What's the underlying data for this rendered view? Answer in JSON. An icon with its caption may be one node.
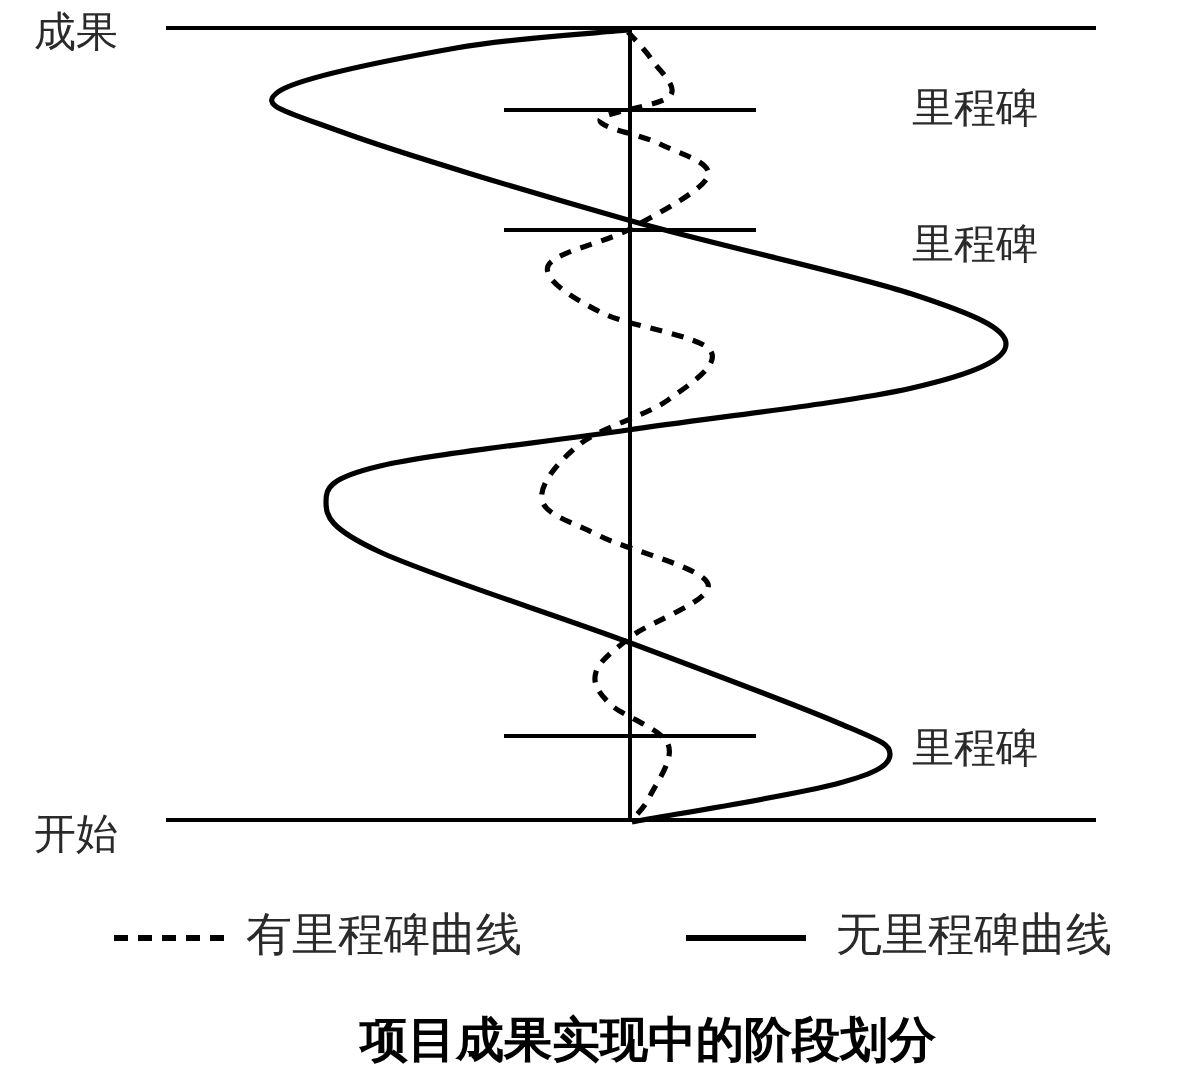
{
  "diagram": {
    "caption": "项目成果实现中的阶段划分",
    "labels": [
      "成果",
      "里程碑",
      "里程碑",
      "里程碑",
      "开始"
    ],
    "legend": [
      {
        "text": "有里程碑曲线"
      },
      {
        "text": "无里程碑曲线"
      }
    ]
  }
}
